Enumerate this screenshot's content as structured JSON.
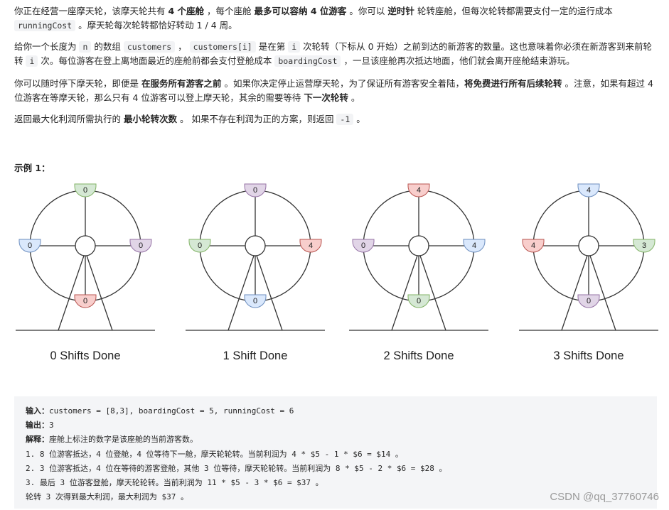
{
  "paragraphs": [
    [
      {
        "t": "你正在经营一座摩天轮，该摩天轮共有 "
      },
      {
        "t": "4 个座舱",
        "b": true
      },
      {
        "t": " ，每个座舱 "
      },
      {
        "t": "最多可以容纳 4 位游客",
        "b": true
      },
      {
        "t": " 。你可以 "
      },
      {
        "t": "逆时针",
        "b": true
      },
      {
        "t": " 轮转座舱，但每次轮转都需要支付一定的运行成本 "
      },
      {
        "t": "runningCost",
        "c": true
      },
      {
        "t": " 。摩天轮每次轮转都恰好转动 1 / 4 周。"
      }
    ],
    [
      {
        "t": "给你一个长度为 "
      },
      {
        "t": "n",
        "c": true
      },
      {
        "t": " 的数组 "
      },
      {
        "t": "customers",
        "c": true
      },
      {
        "t": " ， "
      },
      {
        "t": "customers[i]",
        "c": true
      },
      {
        "t": " 是在第 "
      },
      {
        "t": "i",
        "c": true
      },
      {
        "t": " 次轮转（下标从 0 开始）之前到达的新游客的数量。这也意味着你必须在新游客到来前轮转 "
      },
      {
        "t": "i",
        "c": true
      },
      {
        "t": " 次。每位游客在登上离地面最近的座舱前都会支付登舱成本 "
      },
      {
        "t": "boardingCost",
        "c": true
      },
      {
        "t": " ，一旦该座舱再次抵达地面，他们就会离开座舱结束游玩。"
      }
    ],
    [
      {
        "t": "你可以随时停下摩天轮，即便是 "
      },
      {
        "t": "在服务所有游客之前",
        "b": true
      },
      {
        "t": " 。如果你决定停止运营摩天轮，为了保证所有游客安全着陆，"
      },
      {
        "t": "将免费进行所有后续轮转",
        "b": true
      },
      {
        "t": " 。注意，如果有超过 4 位游客在等摩天轮，那么只有 4 位游客可以登上摩天轮，其余的需要等待 "
      },
      {
        "t": "下一次轮转",
        "b": true
      },
      {
        "t": " 。"
      }
    ],
    [
      {
        "t": "返回最大化利润所需执行的 "
      },
      {
        "t": "最小轮转次数",
        "b": true
      },
      {
        "t": " 。 如果不存在利润为正的方案，则返回 "
      },
      {
        "t": "-1",
        "c": true
      },
      {
        "t": " 。"
      }
    ]
  ],
  "example_title": "示例 1：",
  "colors": {
    "green": "#d5e8d4",
    "green_stroke": "#82b366",
    "purple": "#e1d5e7",
    "purple_stroke": "#9673a6",
    "red": "#f8cecc",
    "red_stroke": "#b85450",
    "blue": "#dae8fc",
    "blue_stroke": "#6c8ebf"
  },
  "wheels": [
    {
      "caption": "0 Shifts Done",
      "pods": {
        "top": {
          "n": "0",
          "color": "green"
        },
        "left": {
          "n": "0",
          "color": "blue"
        },
        "right": {
          "n": "0",
          "color": "purple"
        },
        "bottom": {
          "n": "0",
          "color": "red"
        }
      }
    },
    {
      "caption": "1 Shift Done",
      "pods": {
        "top": {
          "n": "0",
          "color": "purple"
        },
        "left": {
          "n": "0",
          "color": "green"
        },
        "right": {
          "n": "4",
          "color": "red"
        },
        "bottom": {
          "n": "0",
          "color": "blue"
        }
      }
    },
    {
      "caption": "2 Shifts Done",
      "pods": {
        "top": {
          "n": "4",
          "color": "red"
        },
        "left": {
          "n": "0",
          "color": "purple"
        },
        "right": {
          "n": "4",
          "color": "blue"
        },
        "bottom": {
          "n": "0",
          "color": "green"
        }
      }
    },
    {
      "caption": "3 Shifts Done",
      "pods": {
        "top": {
          "n": "4",
          "color": "blue"
        },
        "left": {
          "n": "4",
          "color": "red"
        },
        "right": {
          "n": "3",
          "color": "green"
        },
        "bottom": {
          "n": "0",
          "color": "purple"
        }
      }
    }
  ],
  "example": {
    "input_label": "输入：",
    "input_value": "customers = [8,3], boardingCost = 5, runningCost = 6",
    "output_label": "输出：",
    "output_value": "3",
    "explain_label": "解释：",
    "explain_value": "座舱上标注的数字是该座舱的当前游客数。",
    "steps": [
      "1. 8 位游客抵达，4 位登舱，4 位等待下一舱，摩天轮轮转。当前利润为 4 * $5 - 1 * $6 = $14 。",
      "2. 3 位游客抵达，4 位在等待的游客登舱，其他 3 位等待，摩天轮轮转。当前利润为 8 * $5 - 2 * $6 = $28 。",
      "3. 最后 3 位游客登舱，摩天轮轮转。当前利润为 11 * $5 - 3 * $6 = $37 。"
    ],
    "conclusion": "轮转 3 次得到最大利润，最大利润为 $37 。"
  },
  "watermark": "CSDN @qq_37760746"
}
